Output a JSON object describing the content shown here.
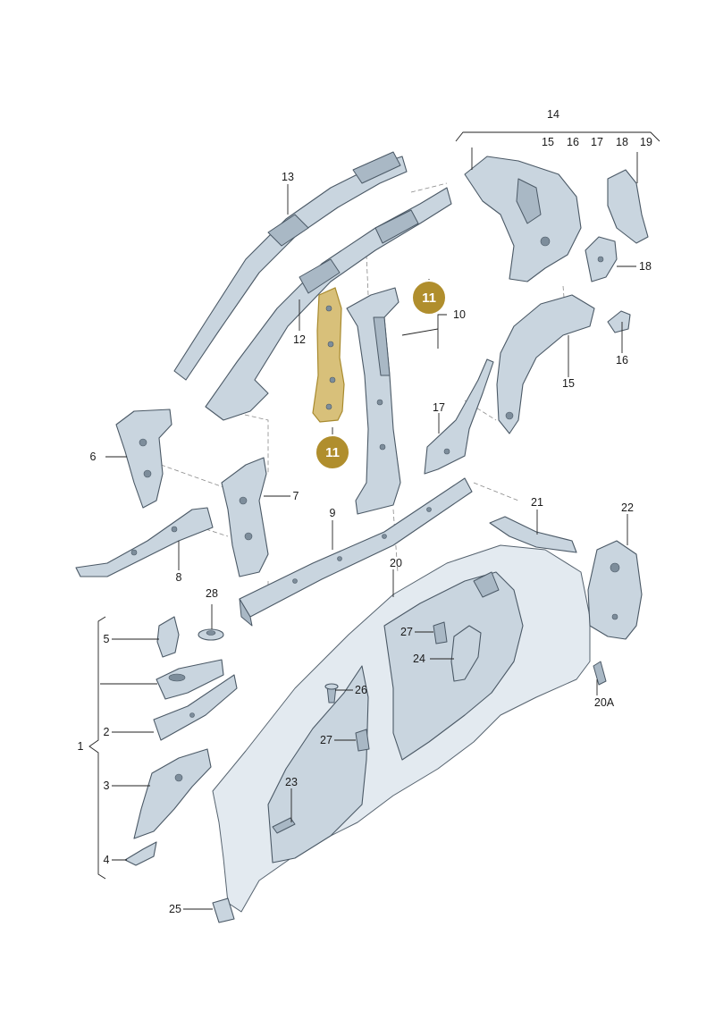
{
  "labels": {
    "l1": "1",
    "l2": "2",
    "l3": "3",
    "l4": "4",
    "l5": "5",
    "l6": "6",
    "l7": "7",
    "l8": "8",
    "l9": "9",
    "l10": "10",
    "l12": "12",
    "l13": "13",
    "l14": "14",
    "l15a": "15",
    "l16a": "16",
    "l17a": "17",
    "l18a": "18",
    "l19": "19",
    "l18b": "18",
    "l16b": "16",
    "l15b": "15",
    "l17b": "17",
    "l20": "20",
    "l20A": "20A",
    "l21": "21",
    "l22": "22",
    "l23": "23",
    "l24": "24",
    "l25": "25",
    "l26": "26",
    "l27a": "27",
    "l27b": "27",
    "l28": "28"
  },
  "badges": {
    "b11a": "11",
    "b11b": "11"
  },
  "colors": {
    "part_fill": "#c9d5df",
    "highlight": "#d8c07a",
    "badge": "#b08e2d"
  }
}
